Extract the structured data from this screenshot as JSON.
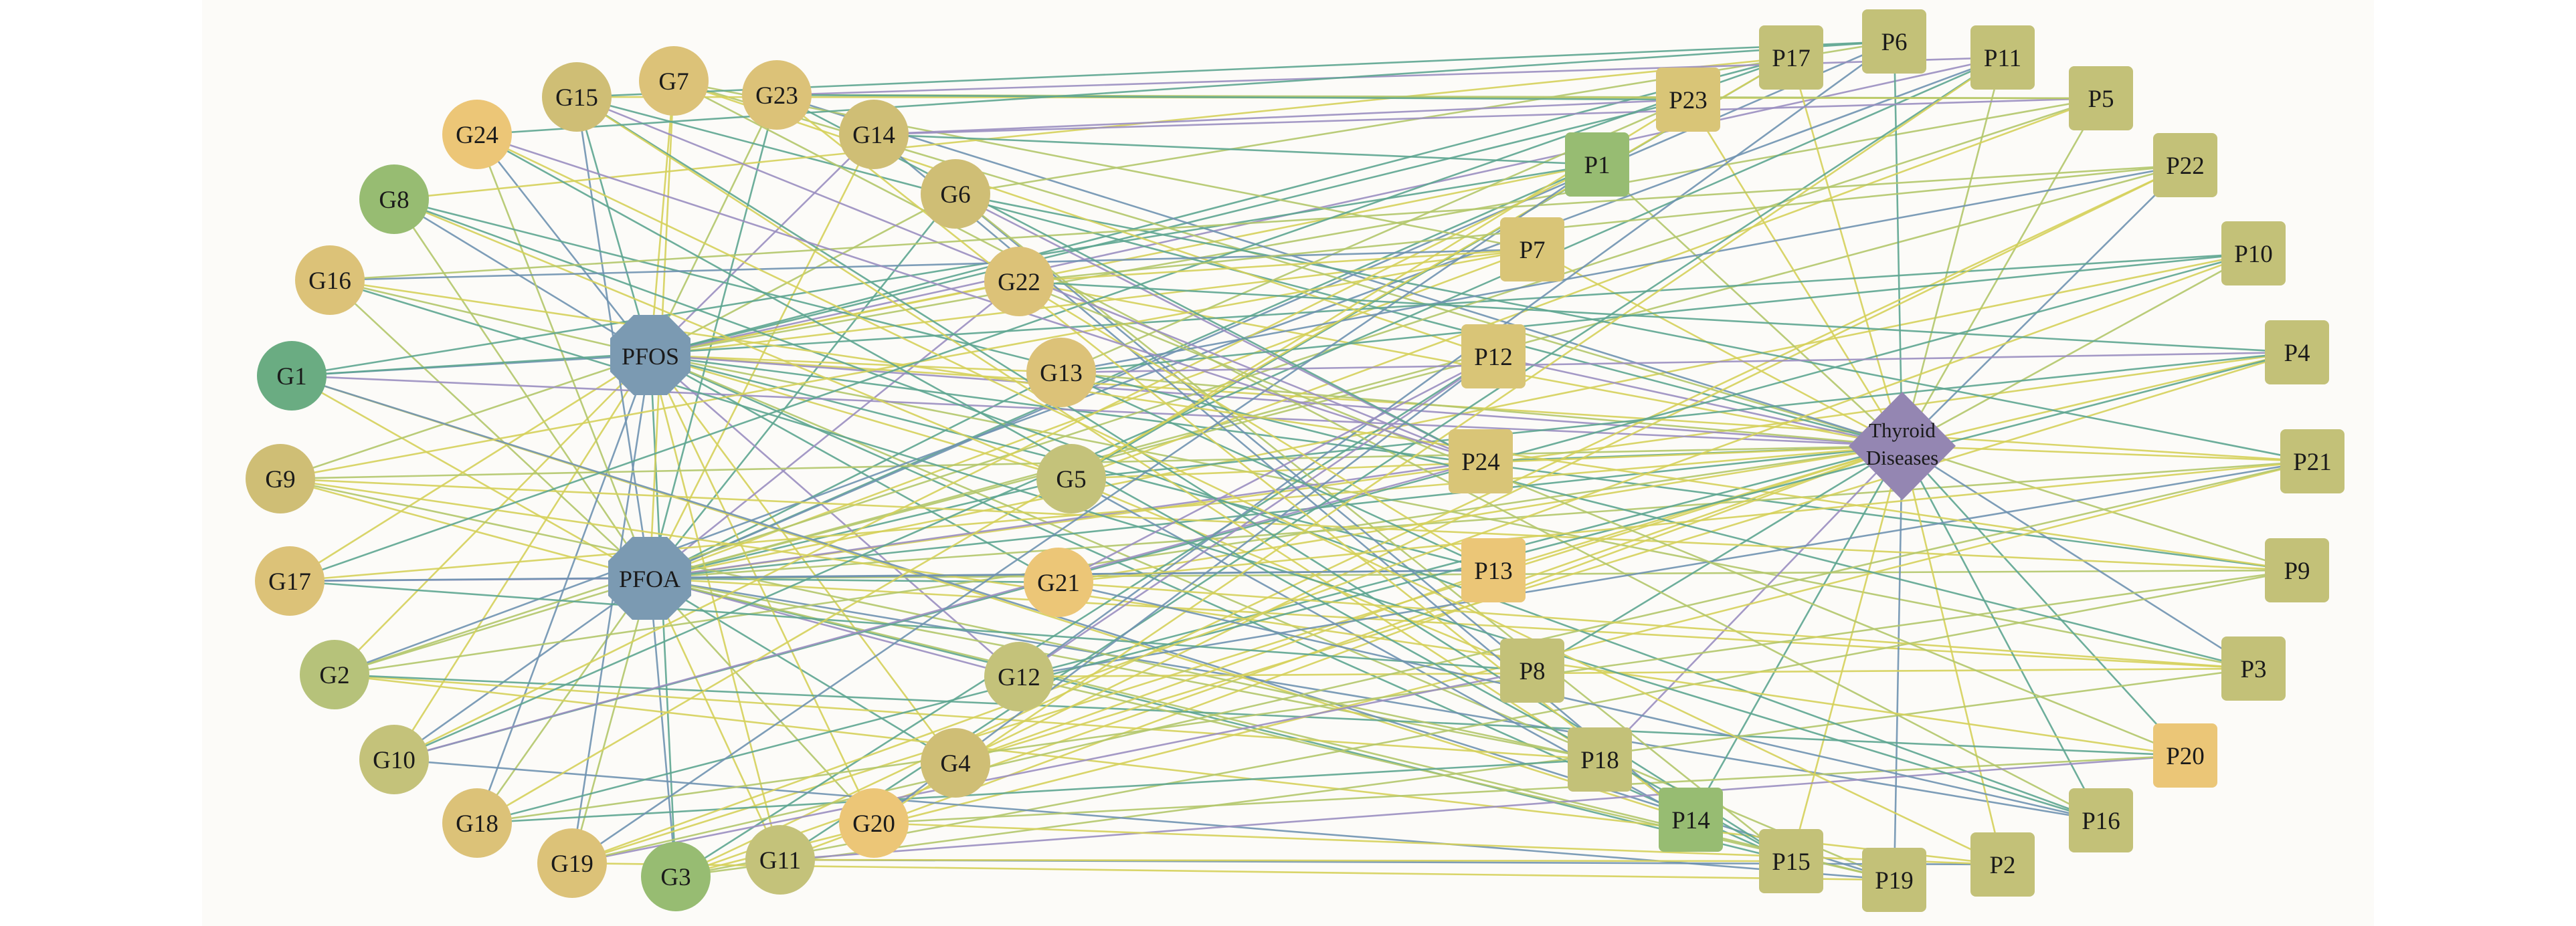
{
  "colors": {
    "background": "#fcfbf8",
    "pfas_node": "#7b9ab2",
    "disease_node": "#9486b2",
    "gene_green_dark": "#6aac82",
    "gene_green": "#97bc72",
    "gene_olive_light": "#b6c27a",
    "gene_olive": "#c4c27a",
    "gene_khaki": "#cfbe75",
    "gene_tan": "#dcc278",
    "gene_orange": "#ecc677",
    "pathway_green": "#97bc72",
    "pathway_olive": "#c3c178",
    "pathway_tan": "#d9c577",
    "pathway_orange": "#ebc677",
    "edge_yellow": "#d5d05a",
    "edge_olive": "#b3c76a",
    "edge_teal": "#5da590",
    "edge_blue": "#6f92b0",
    "edge_purple": "#9a8ec0"
  },
  "center": {
    "pfos": "PFOS",
    "pfoa": "PFOA",
    "disease_line1": "Thyroid",
    "disease_line2": "Diseases"
  },
  "genes": [
    {
      "id": "G1",
      "label": "G1",
      "color": "gene_green_dark"
    },
    {
      "id": "G2",
      "label": "G2",
      "color": "gene_olive_light"
    },
    {
      "id": "G3",
      "label": "G3",
      "color": "gene_green"
    },
    {
      "id": "G4",
      "label": "G4",
      "color": "gene_khaki"
    },
    {
      "id": "G5",
      "label": "G5",
      "color": "gene_olive"
    },
    {
      "id": "G6",
      "label": "G6",
      "color": "gene_khaki"
    },
    {
      "id": "G7",
      "label": "G7",
      "color": "gene_tan"
    },
    {
      "id": "G8",
      "label": "G8",
      "color": "gene_green"
    },
    {
      "id": "G9",
      "label": "G9",
      "color": "gene_khaki"
    },
    {
      "id": "G10",
      "label": "G10",
      "color": "gene_olive"
    },
    {
      "id": "G11",
      "label": "G11",
      "color": "gene_olive"
    },
    {
      "id": "G12",
      "label": "G12",
      "color": "gene_olive"
    },
    {
      "id": "G13",
      "label": "G13",
      "color": "gene_tan"
    },
    {
      "id": "G14",
      "label": "G14",
      "color": "gene_khaki"
    },
    {
      "id": "G15",
      "label": "G15",
      "color": "gene_khaki"
    },
    {
      "id": "G16",
      "label": "G16",
      "color": "gene_tan"
    },
    {
      "id": "G17",
      "label": "G17",
      "color": "gene_tan"
    },
    {
      "id": "G18",
      "label": "G18",
      "color": "gene_tan"
    },
    {
      "id": "G19",
      "label": "G19",
      "color": "gene_tan"
    },
    {
      "id": "G20",
      "label": "G20",
      "color": "gene_orange"
    },
    {
      "id": "G21",
      "label": "G21",
      "color": "gene_orange"
    },
    {
      "id": "G22",
      "label": "G22",
      "color": "gene_tan"
    },
    {
      "id": "G23",
      "label": "G23",
      "color": "gene_tan"
    },
    {
      "id": "G24",
      "label": "G24",
      "color": "gene_orange"
    }
  ],
  "pathways": [
    {
      "id": "P1",
      "label": "P1",
      "color": "pathway_green"
    },
    {
      "id": "P2",
      "label": "P2",
      "color": "pathway_olive"
    },
    {
      "id": "P3",
      "label": "P3",
      "color": "pathway_olive"
    },
    {
      "id": "P4",
      "label": "P4",
      "color": "pathway_olive"
    },
    {
      "id": "P5",
      "label": "P5",
      "color": "pathway_olive"
    },
    {
      "id": "P6",
      "label": "P6",
      "color": "pathway_olive"
    },
    {
      "id": "P7",
      "label": "P7",
      "color": "pathway_tan"
    },
    {
      "id": "P8",
      "label": "P8",
      "color": "pathway_olive"
    },
    {
      "id": "P9",
      "label": "P9",
      "color": "pathway_olive"
    },
    {
      "id": "P10",
      "label": "P10",
      "color": "pathway_olive"
    },
    {
      "id": "P11",
      "label": "P11",
      "color": "pathway_olive"
    },
    {
      "id": "P12",
      "label": "P12",
      "color": "pathway_tan"
    },
    {
      "id": "P13",
      "label": "P13",
      "color": "pathway_orange"
    },
    {
      "id": "P14",
      "label": "P14",
      "color": "pathway_green"
    },
    {
      "id": "P15",
      "label": "P15",
      "color": "pathway_olive"
    },
    {
      "id": "P16",
      "label": "P16",
      "color": "pathway_olive"
    },
    {
      "id": "P17",
      "label": "P17",
      "color": "pathway_olive"
    },
    {
      "id": "P18",
      "label": "P18",
      "color": "pathway_olive"
    },
    {
      "id": "P19",
      "label": "P19",
      "color": "pathway_olive"
    },
    {
      "id": "P20",
      "label": "P20",
      "color": "pathway_orange"
    },
    {
      "id": "P21",
      "label": "P21",
      "color": "pathway_olive"
    },
    {
      "id": "P22",
      "label": "P22",
      "color": "pathway_olive"
    },
    {
      "id": "P23",
      "label": "P23",
      "color": "pathway_tan"
    },
    {
      "id": "P24",
      "label": "P24",
      "color": "pathway_tan"
    }
  ]
}
